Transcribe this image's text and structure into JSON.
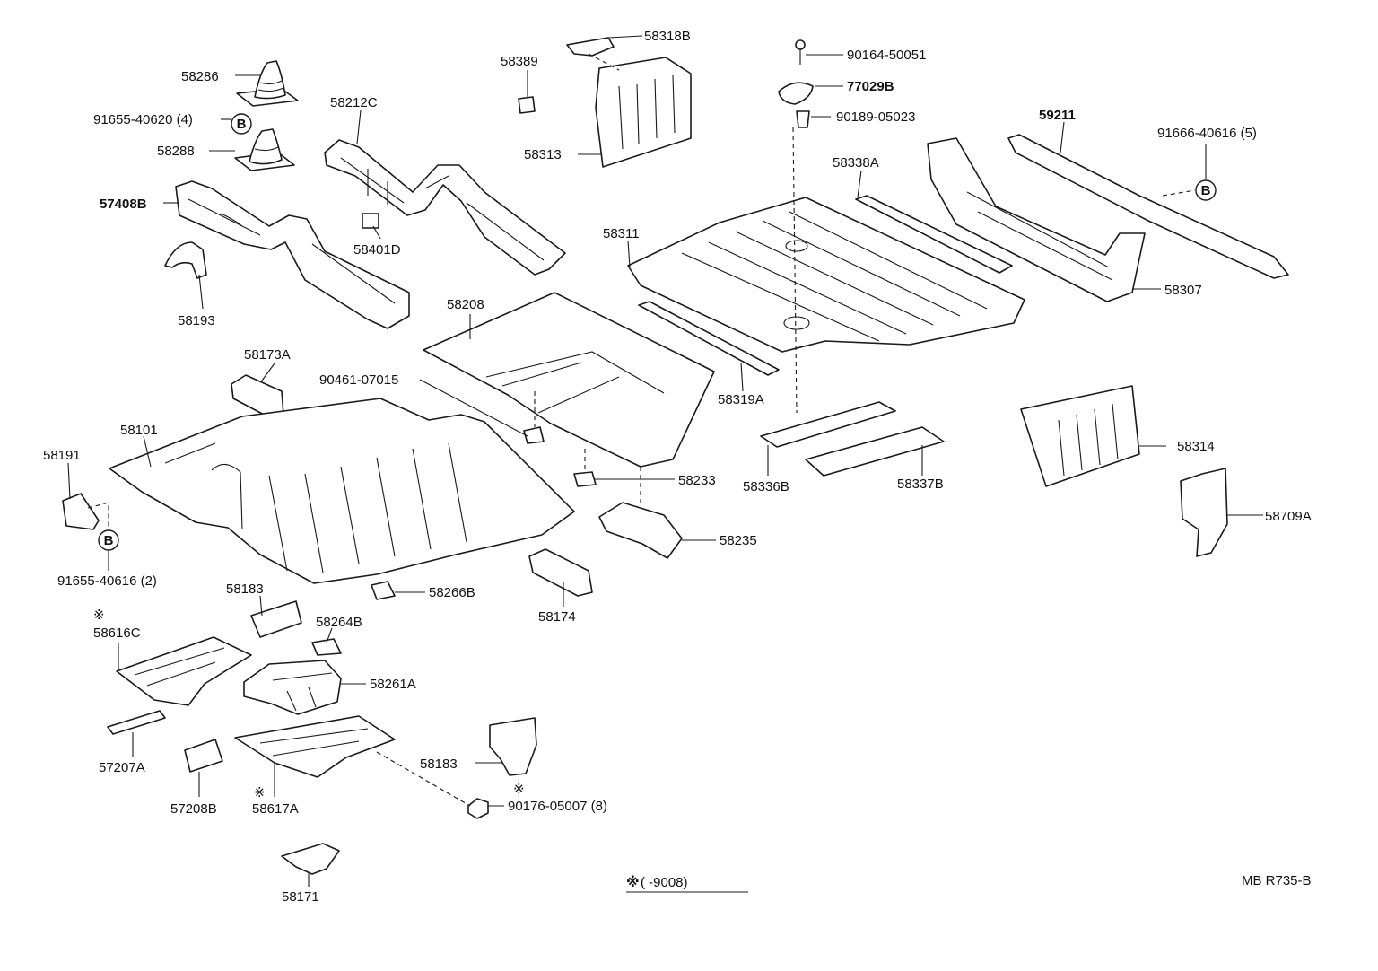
{
  "diagram_code": "MB R735-B",
  "footnote": {
    "mark": "※",
    "text": "(       -9008)"
  },
  "circle_letter": "B",
  "star_mark": "※",
  "parts": {
    "p58286": "58286",
    "p91655_40620": "91655-40620 (4)",
    "p58288": "58288",
    "p58212C": "58212C",
    "p57408B": "57408B",
    "p58401D": "58401D",
    "p58193": "58193",
    "p58318B": "58318B",
    "p58389": "58389",
    "p58313": "58313",
    "p90164": "90164-50051",
    "p77029B": "77029B",
    "p90189": "90189-05023",
    "p59211": "59211",
    "p91666": "91666-40616 (5)",
    "p58338A": "58338A",
    "p58311": "58311",
    "p58307": "58307",
    "p58208": "58208",
    "p58319A": "58319A",
    "p58173A": "58173A",
    "p90461": "90461-07015",
    "p58101": "58101",
    "p58191": "58191",
    "p91655_40616": "91655-40616 (2)",
    "p58233": "58233",
    "p58336B": "58336B",
    "p58337B": "58337B",
    "p58314": "58314",
    "p58709A": "58709A",
    "p58235": "58235",
    "p58266B": "58266B",
    "p58174": "58174",
    "p58183a": "58183",
    "p58616C": "58616C",
    "p58264B": "58264B",
    "p58261A": "58261A",
    "p57207A": "57207A",
    "p58183b": "58183",
    "p57208B": "57208B",
    "p58617A": "58617A",
    "p90176": "90176-05007 (8)",
    "p58171": "58171"
  }
}
